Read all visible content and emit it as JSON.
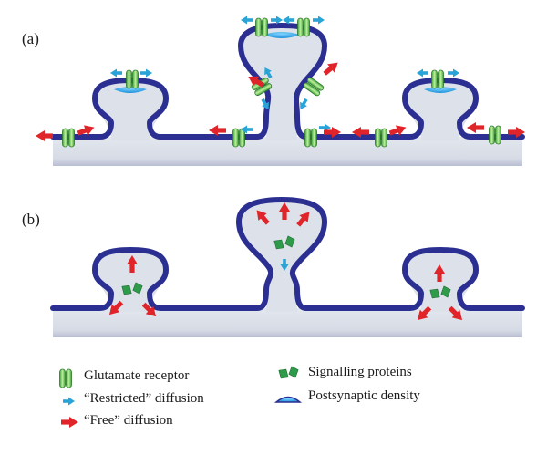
{
  "panels": {
    "a": "(a)",
    "b": "(b)"
  },
  "legend": {
    "glutamate_receptor": "Glutamate receptor",
    "restricted_diffusion": "“Restricted” diffusion",
    "free_diffusion": "“Free” diffusion",
    "signalling_proteins": "Signalling proteins",
    "postsynaptic_density": "Postsynaptic density"
  },
  "colors": {
    "membrane": "#2b2f91",
    "cytoplasm": "#dde2ea",
    "receptor": "#5fbf4a",
    "restricted_arrow": "#2aa3d6",
    "free_arrow": "#e0252a",
    "protein": "#2e9b4a",
    "psd": "#1a8fd8"
  }
}
